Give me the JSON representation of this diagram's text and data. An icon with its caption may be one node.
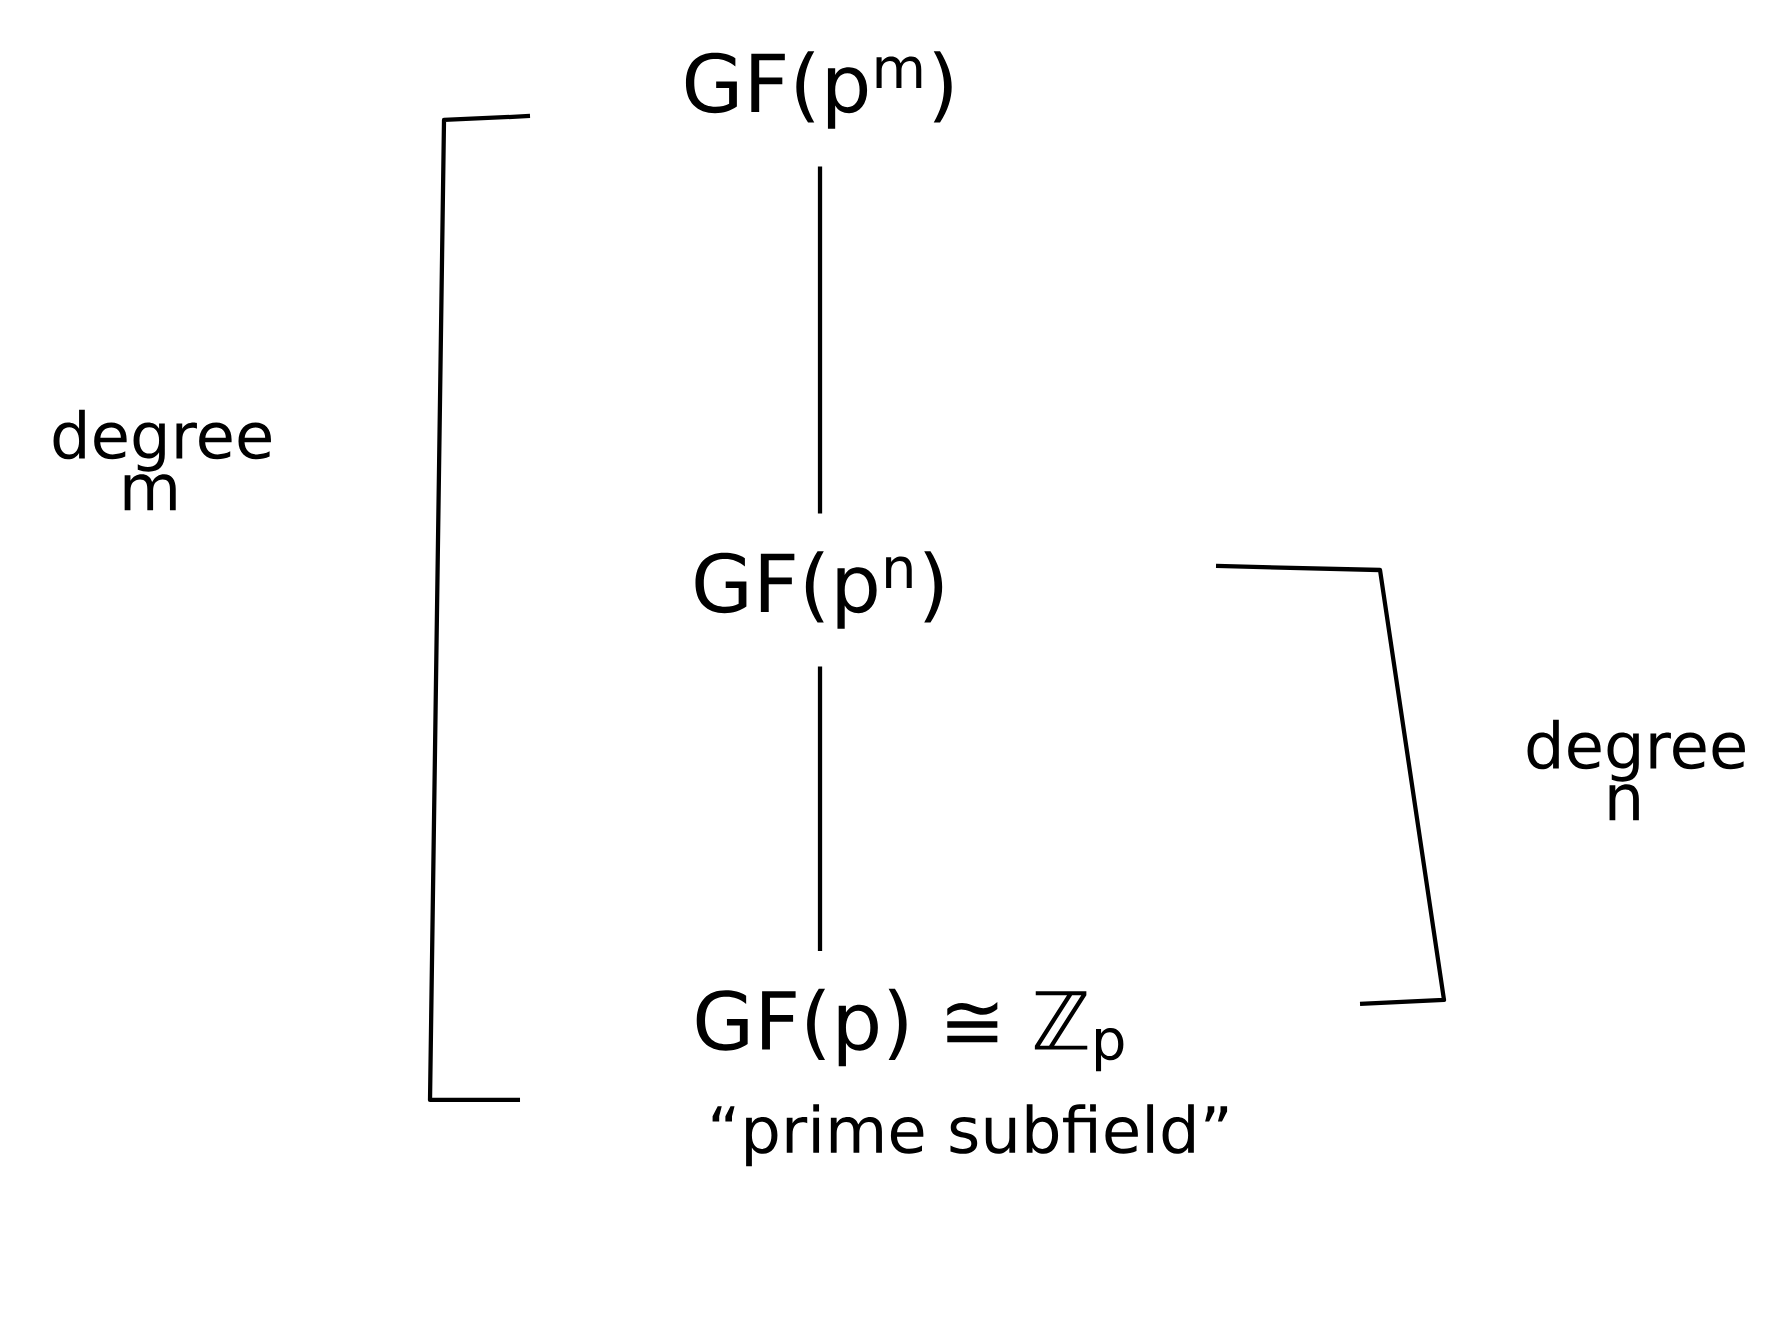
{
  "diagram": {
    "nodes": [
      {
        "text": [
          "GF(p$^{m}$)"
        ]
      },
      {
        "text": [
          "GF(p$^{n}$)"
        ]
      },
      {
        "text": [
          "GF(p) ≅ ℤ$_{p}$"
        ],
        "beside": [
          "“prime subfield”"
        ]
      }
    ],
    "edges": [
      {
        "from": 0,
        "to": 1,
        "arrow": "none"
      },
      {
        "from": 1,
        "to": 2,
        "arrow": "none"
      }
    ],
    "labels": [
      "degree m",
      "degree n"
    ]
  }
}
